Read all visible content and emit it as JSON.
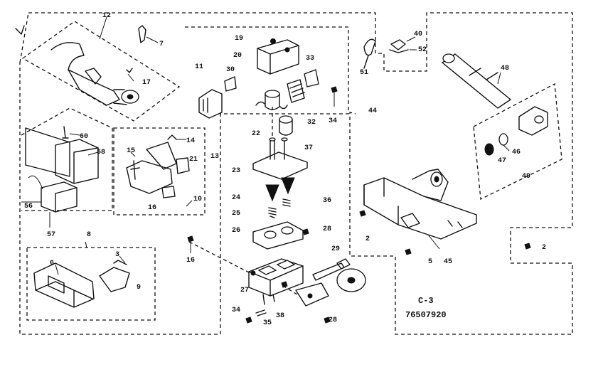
{
  "diagram": {
    "corner_code": "C-3",
    "drawing_number": "76507920",
    "callouts": {
      "c12": "12",
      "c7": "7",
      "c17": "17",
      "c19": "19",
      "c20": "20",
      "c11": "11",
      "c30": "30",
      "c33": "33",
      "c32": "32",
      "c34a": "34",
      "c22": "22",
      "c37": "37",
      "c44": "44",
      "c40": "40",
      "c52": "52",
      "c51": "51",
      "c48": "48",
      "c60": "60",
      "c58": "58",
      "c56": "56",
      "c57": "57",
      "c14": "14",
      "c15": "15",
      "c21": "21",
      "c13": "13",
      "c16a": "16",
      "c10": "10",
      "c23": "23",
      "c24": "24",
      "c25": "25",
      "c36": "36",
      "c26": "26",
      "c28a": "28",
      "c16b": "16",
      "c29": "29",
      "c8": "8",
      "c3": "3",
      "c6": "6",
      "c9": "9",
      "c27": "27",
      "c34b": "34",
      "c38": "38",
      "c35": "35",
      "c28b": "28",
      "c47": "47",
      "c46": "46",
      "c49": "49",
      "c2a": "2",
      "c5": "5",
      "c45": "45",
      "c2b": "2"
    }
  }
}
